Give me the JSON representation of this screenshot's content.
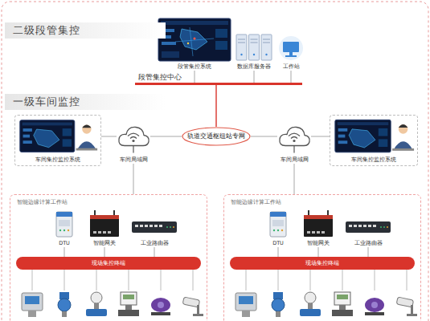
{
  "diagram": {
    "nodes": [
      {
        "text": [
          "段管集控系统"
        ]
      },
      {
        "text": [
          "数据库服务器"
        ]
      },
      {
        "text": [
          "工作站"
        ]
      },
      {
        "text": [
          "段管集控中心"
        ]
      },
      {
        "text": [
          "轨道交通枢纽站专网"
        ]
      },
      {
        "text": [
          "车间集控监控系统"
        ]
      },
      {
        "text": [
          "车间局域网"
        ]
      },
      {
        "text": [
          "车间局域网"
        ]
      },
      {
        "text": [
          "车间集控监控系统"
        ]
      },
      {
        "text": [
          "智能边缘计算工作站"
        ]
      },
      {
        "text": [
          "DTU"
        ],
        "in": 9
      },
      {
        "text": [
          "智能网关"
        ],
        "in": 9
      },
      {
        "text": [
          "工业路由器"
        ],
        "in": 9
      },
      {
        "text": [
          "现场集控终端"
        ],
        "in": 9
      },
      {
        "text": [
          "智能边缘计算工作站"
        ]
      },
      {
        "text": [
          "DTU"
        ],
        "in": 14
      },
      {
        "text": [
          "智能网关"
        ],
        "in": 14
      },
      {
        "text": [
          "工业路由器"
        ],
        "in": 14
      },
      {
        "text": [
          "现场集控终端"
        ],
        "in": 14
      }
    ],
    "edges": [
      {
        "from": 0,
        "to": 3,
        "arrow": "none"
      },
      {
        "from": 1,
        "to": 3,
        "arrow": "none"
      },
      {
        "from": 2,
        "to": 3,
        "arrow": "none"
      },
      {
        "from": 3,
        "to": 4,
        "arrow": "none"
      },
      {
        "from": 4,
        "to": 6,
        "arrow": "none"
      },
      {
        "from": 4,
        "to": 7,
        "arrow": "none"
      },
      {
        "from": 5,
        "to": 6,
        "arrow": "none"
      },
      {
        "from": 8,
        "to": 7,
        "arrow": "none"
      },
      {
        "from": 6,
        "to": 9,
        "arrow": "none"
      },
      {
        "from": 7,
        "to": 14,
        "arrow": "none"
      },
      {
        "from": 10,
        "to": 13,
        "arrow": "none"
      },
      {
        "from": 11,
        "to": 13,
        "arrow": "none"
      },
      {
        "from": 12,
        "to": 13,
        "arrow": "none"
      },
      {
        "from": 15,
        "to": 18,
        "arrow": "none"
      },
      {
        "from": 16,
        "to": 18,
        "arrow": "none"
      },
      {
        "from": 17,
        "to": 18,
        "arrow": "none"
      }
    ],
    "labels": [
      "二级段管集控",
      "一级车间监控"
    ]
  }
}
